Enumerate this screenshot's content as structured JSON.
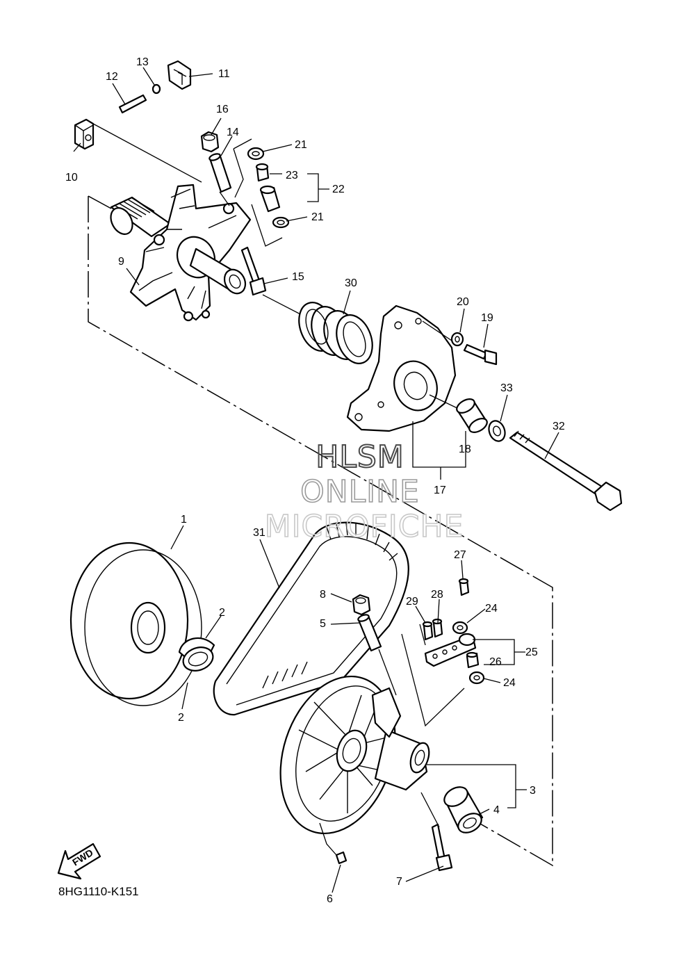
{
  "diagram_code": "8HG1110-K151",
  "fwd_label": "FWD",
  "watermark": {
    "line1": "HLSM",
    "line2": "ONLINE",
    "line3": "MICROFICHE"
  },
  "callouts": {
    "c1": "1",
    "c2a": "2",
    "c2b": "2",
    "c3": "3",
    "c4": "4",
    "c5": "5",
    "c6": "6",
    "c7": "7",
    "c8": "8",
    "c9": "9",
    "c10": "10",
    "c11": "11",
    "c12": "12",
    "c13": "13",
    "c14": "14",
    "c15": "15",
    "c16": "16",
    "c17": "17",
    "c18": "18",
    "c19": "19",
    "c20": "20",
    "c21a": "21",
    "c21b": "21",
    "c22": "22",
    "c23": "23",
    "c24a": "24",
    "c24b": "24",
    "c25": "25",
    "c26": "26",
    "c27": "27",
    "c28": "28",
    "c29": "29",
    "c30": "30",
    "c31": "31",
    "c32": "32",
    "c33": "33"
  }
}
